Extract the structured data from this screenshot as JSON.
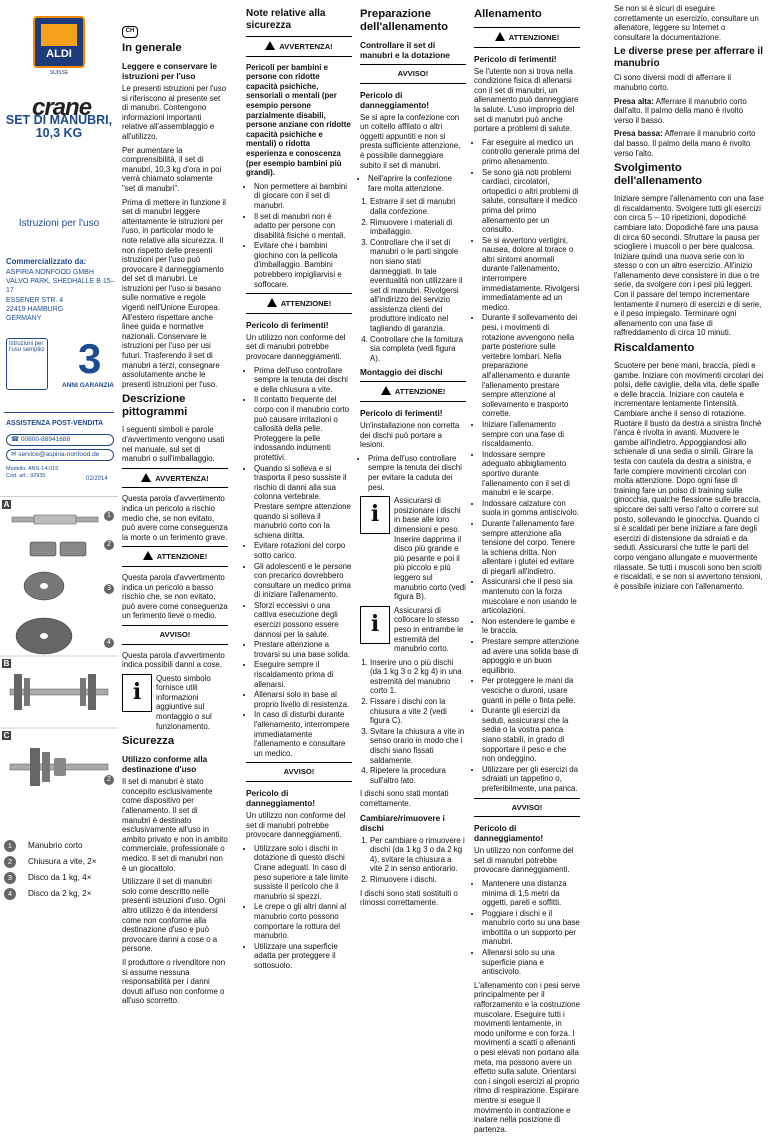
{
  "sidebar": {
    "logo_brand": "ALDI",
    "logo_sub": "SUISSE",
    "brand": "crane",
    "product_title": "SET DI MANUBRI,",
    "product_sub": "10,3 KG",
    "doc_type": "Istruzioni per l'uso",
    "marketed_by_label": "Commercializzato da:",
    "address_lines": [
      "ASPIRIA NONFOOD GMBH",
      "VALVO PARK, SHEDHALLE B 15–17",
      "ESSENER STR. 4",
      "22419 HAMBURG",
      "GERMANY"
    ],
    "warranty_years": "3",
    "warranty_label": "ANNI GARANZIA",
    "badge_text": "Istruzioni per l'uso semplici",
    "assistance_label": "ASSISTENZA POST-VENDITA",
    "phone": "00800-88941688",
    "email": "service@aspiria-nonfood.de",
    "model": "Modello: ANS-14-015",
    "code": "Cod. art.: 92935",
    "date": "02/2014",
    "legend": [
      {
        "num": "1",
        "text": "Manubrio corto"
      },
      {
        "num": "2",
        "text": "Chiusura a vite, 2×"
      },
      {
        "num": "3",
        "text": "Disco da 1 kg, 4×"
      },
      {
        "num": "4",
        "text": "Disco da 2 kg, 2×"
      }
    ],
    "fig_labels": [
      "A",
      "B",
      "C"
    ]
  },
  "col1": {
    "country": "CH",
    "title": "In generale",
    "h_read": "Leggere e conservare le istruzioni per l'uso",
    "p1": "Le presenti istruzioni per l'uso si riferiscono al presente set di manubri. Contengono informazioni importanti relative all'assemblaggio e all'utilizzo.",
    "p2": "Per aumentare la comprensibilità, il set di manubri, 10,3 kg d'ora in poi verrà chiamato solamente \"set di manubri\".",
    "p3": "Prima di mettere in funzione il set di manubri leggere attentamente le istruzioni per l'uso, in particolar modo le note relative alla sicurezza. Il non rispetto delle presenti istruzioni per l'uso può provocare il danneggiamento del set di manubri. Le istruzioni per l'uso si basano sulle normative e regole vigenti nell'Unione Europea. All'estero rispettare anche linee guida e normative nazionali. Conservare le istruzioni per l'uso per usi futuri. Trasferendo il set di manubri a terzi, consegnare assolutamente anche le presenti istruzioni per l'uso.",
    "h_picto": "Descrizione pittogrammi",
    "p_picto": "I seguenti simboli e parole d'avvertimento vengono usati nel manuale, sul set di manubri o sull'imballaggio.",
    "w1": "AVVERTENZA!",
    "w1_text": "Questa parola d'avvertimento indica un pericolo a rischio medio che, se non evitato, può avere come conseguenza la morte o un ferimento grave.",
    "w2": "ATTENZIONE!",
    "w2_text": "Questa parola d'avvertimento indica un pericolo a basso rischio che, se non evitato, può avere come conseguenza un ferimento lieve o medio.",
    "w3": "AVVISO!",
    "w3_text": "Questa parola d'avvertimento indica possibili danni a cose.",
    "info_text": "Questo simbolo fornisce utili informazioni aggiuntive sul montaggio o sul funzionamento.",
    "h_safety": "Sicurezza",
    "h_use": "Utilizzo conforme alla destinazione d'uso",
    "p_use1": "Il set di manubri è stato concepito esclusivamente come dispositivo per l'allenamento. Il set di manubri è destinato esclusivamente all'uso in ambito privato e non in ambito commerciale, professionale o medico. Il set di manubri non è un giocattolo.",
    "p_use2": "Utilizzare il set di manubri solo come descritto nelle presenti istruzioni d'uso. Ogni altro utilizzo è da intendersi come non conforme alla destinazione d'uso e può provocare danni a cose o a persone.",
    "p_use3": "Il produttore o rivenditore non si assume nessuna responsabilità per i danni dovuti all'uso non conforme o all'uso scorretto."
  },
  "col2": {
    "title": "Note relative alla sicurezza",
    "w1": "AVVERTENZA!",
    "h1": "Pericoli per bambini e persone con ridotte capacità psichiche, sensoriali o mentali (per esempio persone parzialmente disabili, persone anziane con ridotte capacità psichiche e mentali) o ridotta esperienza e conoscenza (per esempio bambini più grandi).",
    "list1": [
      "Non permettere ai bambini di giocare con il set di manubri.",
      "Il set di manubri non è adatto per persone con disabilità fisiche o mentali.",
      "Evitare che i bambini giochino con la pellicola d'imballaggio. Bambini potrebbero impigliarvisi e soffocare."
    ],
    "w2": "ATTENZIONE!",
    "h2": "Pericolo di ferimenti!",
    "p2": "Un utilizzo non conforme del set di manubri potrebbe provocare danneggiamenti.",
    "list2": [
      "Prima dell'uso controllare sempre la tenuta dei dischi e della chiusura a vite.",
      "Il contatto frequente del corpo con il manubrio corto può causare irritazioni o callosità della pelle. Proteggere la pelle indossando indumenti protettivi.",
      "Quando si solleva e si trasporta il peso sussiste il rischio di danni alla sua colonna vertebrale. Prestare sempre attenzione quando si solleva il manubrio corto con la schiena diritta.",
      "Evitare rotazioni del corpo sotto carico.",
      "Gli adolescenti e le persone con precarico dovrebbero consultare un medico prima di iniziare l'allenamento.",
      "Sforzi eccessivi o una cattiva esecuzione degli esercizi possono essere dannosi per la salute.",
      "Prestare attenzione a trovarsi su una base solida.",
      "Eseguire sempre il riscaldamento prima di allenarsi.",
      "Allenarsi solo in base al proprio livello di resistenza.",
      "In caso di disturbi durante l'allenamento, interrompere immediatamente l'allenamento e consultare un medico."
    ],
    "w3": "AVVISO!",
    "h3": "Pericolo di danneggiamento!",
    "p3": "Un utilizzo non conforme del set di manubri potrebbe provocare danneggiamenti.",
    "list3": [
      "Utilizzare solo i dischi in dotazione di questo dischi Crane adeguati. In caso di peso superiore a tale limite sussiste il pericolo che il manubrio si spezzi.",
      "Le crepe o gli altri danni al manubrio corto possono comportare la rottura del manubrio.",
      "Utilizzare una superficie adatta per proteggere il sottosuolo."
    ]
  },
  "col3": {
    "title": "Preparazione dell'allenamento",
    "h1": "Controllare il set di manubri e la dotazione",
    "w1": "AVVISO!",
    "h_dmg": "Pericolo di danneggiamento!",
    "p_dmg": "Se si apre la confezione con un coltello affilato o altri oggetti appuntiti e non si presta sufficiente attenzione, è possibile danneggiare subito il set di manubri.",
    "list_dmg": [
      "Nell'aprire la confezione fare molta attenzione."
    ],
    "steps1": [
      "Estrarre il set di manubri dalla confezione.",
      "Rimuovere i materiali di imballaggio.",
      "Controllare che il set di manubri o le parti singole non siano stati danneggiati. In tale eventualità non utilizzare il set di manubri. Rivolgersi all'indirizzo del servizio assistenza clienti del produttore indicato nel tagliando di garanzia.",
      "Controllare che la fornitura sia completa (vedi figura A)."
    ],
    "h2": "Montaggio dei dischi",
    "w2": "ATTENZIONE!",
    "h_inj": "Pericolo di ferimenti!",
    "p_inj": "Un'installazione non corretta dei dischi può portare a lesioni.",
    "list_inj": [
      "Prima dell'uso controllare sempre la tenuta dei dischi per evitare la caduta dei pesi."
    ],
    "info1": "Assicurarsi di posizionare i dischi in base alle loro dimensioni e peso. Inserire dapprima il disco più grande e più pesante e poi il più piccolo e più leggero sul manubrio corto (vedi figura B).",
    "info2": "Assicurarsi di collocare lo stesso peso in entrambe le estremità del manubrio corto.",
    "steps2": [
      "Inserire uno o più dischi (da 1 kg 3 o 2 kg 4) in una estremità del manubrio corto 1.",
      "Fissare i dischi con la chiusura a vite 2 (vedi figura C).",
      "Svitare la chiusura a vite in senso orario in modo che i dischi siano fissati saldamente.",
      "Ripetere la procedura sull'altro lato."
    ],
    "p_done": "I dischi sono stati montati correttamente.",
    "h3": "Cambiare/rimuovere i dischi",
    "steps3": [
      "Per cambiare o rimuovere i dischi (da 1 kg 3 o da 2 kg 4), svitare la chiusura a vite 2 in senso antiorario.",
      "Rimuovere i dischi."
    ],
    "p_end": "I dischi sono stati sostituiti o rimossi correttamente."
  },
  "col4": {
    "title": "Allenamento",
    "w1": "ATTENZIONE!",
    "h1": "Pericolo di ferimenti!",
    "p1": "Se l'utente non si trova nella condizione fisica di allenarsi con il set di manubri, un allenamento può danneggiare la salute. L'uso improprio del set di manubri può anche portare a problemi di salute.",
    "list1": [
      "Far eseguire al medico un controllo generale prima del primo allenamento.",
      "Se sono già noti problemi cardiaci, circolatori, ortopedici o altri problemi di salute, consultare il medico prima del primo allenamento per un consulto.",
      "Se si avvertono vertigini, nausea, dolore al torace o altri sintomi anormali durante l'allenamento, interrompere immediatamente. Rivolgersi immediatamente ad un medico.",
      "Durante il sollevamento dei pesi, i movimenti di rotazione avvengono nella parte posteriore sulle vertebre lombari. Nella preparazione all'allenamento e durante l'allenamento prestare sempre attenzione al sollevamento e trasporto corrette.",
      "Iniziare l'allenamento sempre con una fase di riscaldamento.",
      "Indossare sempre adeguato abbigliamento sportivo durante l'allenamento con il set di manubri e le scarpe.",
      "Indossare calzature con suola in gomma antiscivolo.",
      "Durante l'allenamento fare sempre attenzione alla tensione del corpo. Tenere la schiena dritta. Non allentare i glutei ed evitare di piegarli all'indietro.",
      "Assicurarsi che il peso sia mantenuto con la forza muscolare e non usando le articolazioni.",
      "Non estendere le gambe e le braccia.",
      "Prestare sempre attenzione ad avere una solida base di appoggio e un buon equilibrio.",
      "Per proteggere le mani da vesciche o duroni, usare guanti in pelle o finta pelle.",
      "Durante gli esercizi da seduti, assicurarsi che la sedia o la vostra panca siano stabili, in grado di sopportare il peso e che non ondeggino.",
      "Utilizzare per gli esercizi da sdraiati un tappetino o, preferibilmente, una panca."
    ],
    "w2": "AVVISO!",
    "h2": "Pericolo di danneggiamento!",
    "p2": "Un utilizzo non conforme del set di manubri potrebbe provocare danneggiamenti.",
    "list2": [
      "Mantenere una distanza minima di 1,5 metri da oggetti, pareti e soffitti.",
      "Poggiare i dischi e il manubrio corto su una base imbottita o un supporto per manubri.",
      "Allenarsi solo su una superficie piana e antiscivolo."
    ],
    "p3": "L'allenamento con i pesi serve principalmente per il rafforzamento e la costruzione muscolare. Eseguire tutti i movimenti lentamente, in modo uniforme e con forza. I movimenti a scatti o allenanti o pesi elevati non portano alla meta, ma possono avere un effetto sulla salute. Orientarsi con i singoli esercizi al proprio ritmo di respirazione. Espirare mentre si esegue il movimento in contrazione e inalare nella posizione di partenza."
  },
  "col5": {
    "p_intro": "Se non si è sicuri di eseguire correttamente un esercizio, consultare un allenatore, leggere su Internet o consultare la documentazione.",
    "h1": "Le diverse prese per afferrare il manubrio",
    "p1": "Ci sono diversi modi di afferrare il manubrio corto.",
    "p2a": "Presa alta:",
    "p2b": " Afferrare il manubrio corto dall'alto. Il palmo della mano è rivolto verso il basso.",
    "p3a": "Presa bassa:",
    "p3b": " Afferrare il manubrio corto dal basso. Il palmo della mano è rivolto verso l'alto.",
    "h2": "Svolgimento dell'allenamento",
    "p4": "Iniziare sempre l'allenamento con una fase di riscaldamento. Svolgere tutti gli esercizi con circa 5 – 10 ripetizioni, dopodiché cambiare lato. Dopodiché fare una pausa di circa 60 secondi. Sfruttare la pausa per sciogliere i muscoli o per bere qualcosa. Iniziare quindi una nuova serie con lo stesso o con un altro esercizio. All'inizio l'allenamento deve consistere in due o tre serie, da svolgere con i pesi più leggeri. Con il passare del tempo incrementare lentamente il numero di esercizi e di serie, e il peso impiegato. Terminare ogni allenamento con una fase di raffreddamento di circa 10 minuti.",
    "h3": "Riscaldamento",
    "p5": "Scuotere per bene mani, braccia, piedi e gambe. Iniziare con movimenti circolari dei polsi, delle caviglie, della vita, delle spalle e delle braccia. Iniziare con cautela e incrementare lentamente l'intensità. Cambiare anche il senso di rotazione. Ruotare il busto da destra a sinistra finché l'anca è rivolta in avanti. Muovere le gambe all'indietro. Appoggiandosi allo schienale di una sedia o simili. Girare la testa con cautela da destra a sinistra, e farle compiere movimenti circolari con molta attenzione. Dopo ogni fase di training fare un polso di training sulle ginocchia, qualche flessione sulle braccia, spiccare dei salti verso l'alto o correre sul posto, sollevando le ginocchia. Quando ci si è scaldati per bene iniziare a fare degli esercizi di distensione da sdraiati e da seduti. Assicurarsi che tutte le parti del corpo vengano allungate e muovermente rilassate. Se tutti i muscoli sono ben sciolti e riscaldati, e se non si avvertono tensioni, è possibile iniziare con l'allenamento."
  }
}
